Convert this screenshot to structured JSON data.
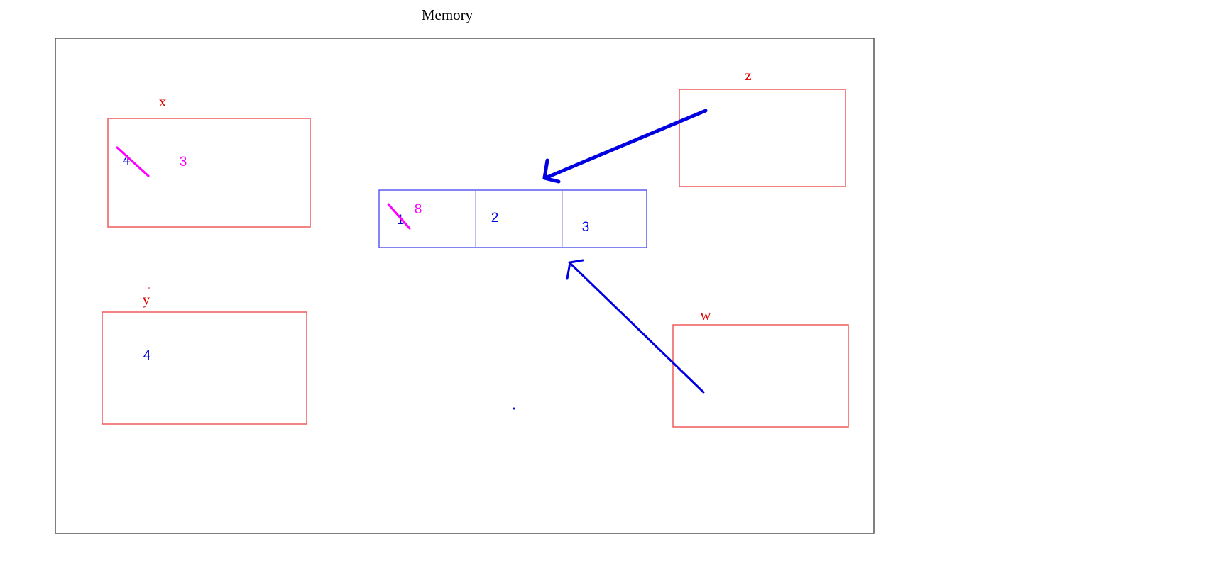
{
  "title": "Memory",
  "variables": {
    "x": {
      "label": "x",
      "old_value": "4",
      "new_value": "3"
    },
    "y": {
      "label": "y",
      "value": "4"
    },
    "z": {
      "label": "z"
    },
    "w": {
      "label": "w"
    }
  },
  "array": {
    "cells": [
      {
        "old_value": "1",
        "new_value": "8"
      },
      {
        "value": "2"
      },
      {
        "value": "3"
      }
    ]
  },
  "colors": {
    "frame": "#555555",
    "variable_box": "#f05a5a",
    "variable_label": "#e00000",
    "array_box": "#5b5bf0",
    "ink_blue": "#0000e0",
    "ink_magenta": "#ff00ff",
    "title": "#000000"
  }
}
